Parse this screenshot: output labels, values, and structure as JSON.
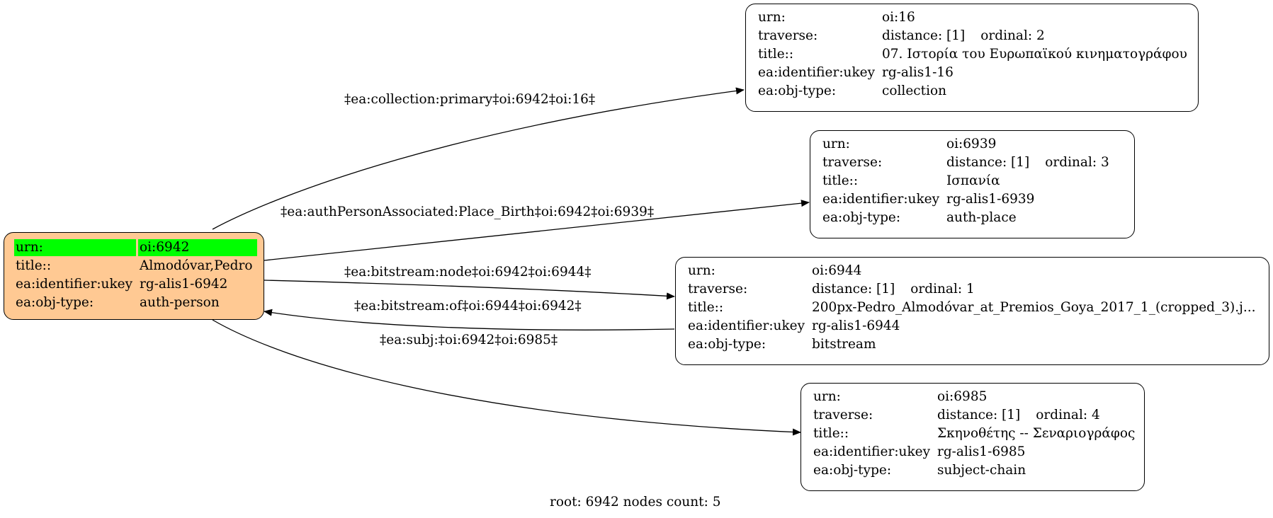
{
  "root": {
    "urn_key": "urn:",
    "urn_val": "oi:6942",
    "title_key": "title::",
    "title_val": "Almodóvar,Pedro",
    "ukey_key": "ea:identifier:ukey",
    "ukey_val": "rg-alis1-6942",
    "type_key": "ea:obj-type:",
    "type_val": "auth-person",
    "highlight_color": "#00ff00",
    "fill_color": "#ffc993"
  },
  "nodes": [
    {
      "urn_key": "urn:",
      "urn_val": "oi:16",
      "trav_key": "traverse:",
      "trav_dist": "distance: [1]",
      "trav_ord": "ordinal: 2",
      "title_key": "title::",
      "title_val": "07. Ιστορία του Ευρωπαϊκού κινηματογράφου",
      "ukey_key": "ea:identifier:ukey",
      "ukey_val": "rg-alis1-16",
      "type_key": "ea:obj-type:",
      "type_val": "collection"
    },
    {
      "urn_key": "urn:",
      "urn_val": "oi:6939",
      "trav_key": "traverse:",
      "trav_dist": "distance: [1]",
      "trav_ord": "ordinal: 3",
      "title_key": "title::",
      "title_val": "Ισπανία",
      "ukey_key": "ea:identifier:ukey",
      "ukey_val": "rg-alis1-6939",
      "type_key": "ea:obj-type:",
      "type_val": "auth-place"
    },
    {
      "urn_key": "urn:",
      "urn_val": "oi:6944",
      "trav_key": "traverse:",
      "trav_dist": "distance: [1]",
      "trav_ord": "ordinal: 1",
      "title_key": "title::",
      "title_val": "200px-Pedro_Almodóvar_at_Premios_Goya_2017_1_(cropped_3).j...",
      "ukey_key": "ea:identifier:ukey",
      "ukey_val": "rg-alis1-6944",
      "type_key": "ea:obj-type:",
      "type_val": "bitstream"
    },
    {
      "urn_key": "urn:",
      "urn_val": "oi:6985",
      "trav_key": "traverse:",
      "trav_dist": "distance: [1]",
      "trav_ord": "ordinal: 4",
      "title_key": "title::",
      "title_val": "Σκηνοθέτης -- Σεναριογράφος",
      "ukey_key": "ea:identifier:ukey",
      "ukey_val": "rg-alis1-6985",
      "type_key": "ea:obj-type:",
      "type_val": "subject-chain"
    }
  ],
  "edges": [
    {
      "label": "‡ea:collection:primary‡oi:6942‡oi:16‡"
    },
    {
      "label": "‡ea:authPersonAssociated:Place_Birth‡oi:6942‡oi:6939‡"
    },
    {
      "label": "‡ea:bitstream:node‡oi:6942‡oi:6944‡"
    },
    {
      "label": "‡ea:bitstream:of‡oi:6944‡oi:6942‡"
    },
    {
      "label": "‡ea:subj:‡oi:6942‡oi:6985‡"
    }
  ],
  "footer": "root: 6942 nodes count: 5"
}
